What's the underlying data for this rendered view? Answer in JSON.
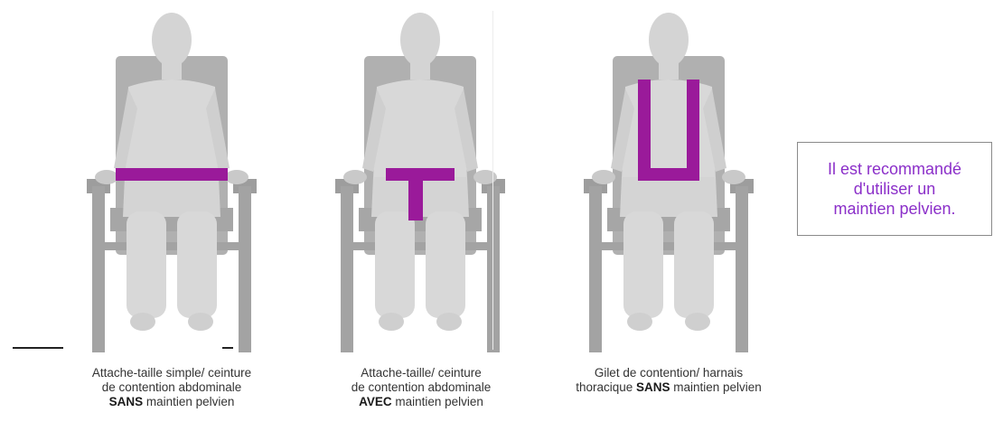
{
  "colors": {
    "strap": "#9a1a9a",
    "note_text": "#8b2fc9",
    "figure": "#d6d6d6",
    "chair": "#a8a8a8"
  },
  "figures": [
    {
      "caption_line1": "Attache-taille simple/ ceinture",
      "caption_line2": "de contention abdominale",
      "caption_bold": "SANS",
      "caption_rest": " maintien pelvien"
    },
    {
      "caption_line1": "Attache-taille/ ceinture",
      "caption_line2": "de contention abdominale",
      "caption_bold": "AVEC",
      "caption_rest": " maintien pelvien"
    },
    {
      "caption_line1": "Gilet de contention/ harnais",
      "caption_line2_pre": "thoracique ",
      "caption_bold": "SANS",
      "caption_rest": " maintien pelvien"
    }
  ],
  "note": {
    "text": "Il est recommandé\nd'utiliser un\nmaintien pelvien."
  }
}
